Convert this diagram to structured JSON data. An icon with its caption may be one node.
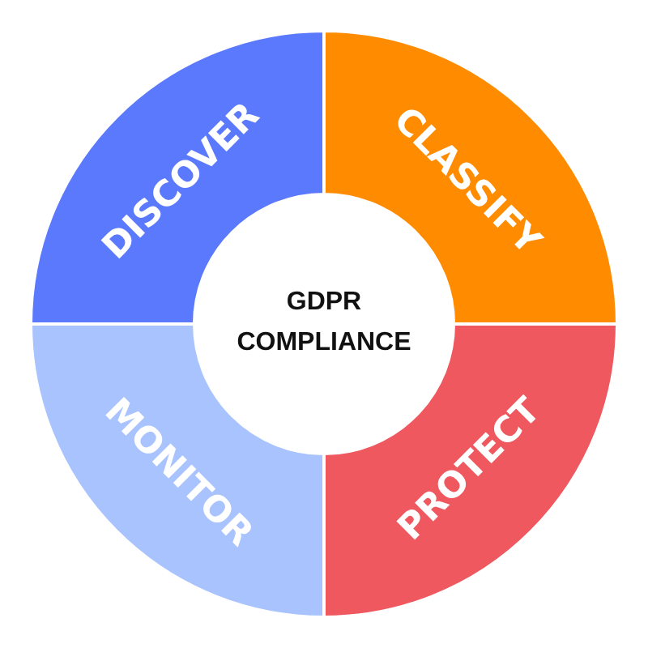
{
  "diagram": {
    "nodes": [
      {
        "text": [
          "DISCOVER"
        ]
      },
      {
        "text": [
          "CLASSIFY"
        ]
      },
      {
        "text": [
          "GDPR COMPLIANCE"
        ]
      },
      {
        "text": [
          "MONITOR"
        ]
      },
      {
        "text": [
          "PROTECT"
        ]
      }
    ]
  }
}
